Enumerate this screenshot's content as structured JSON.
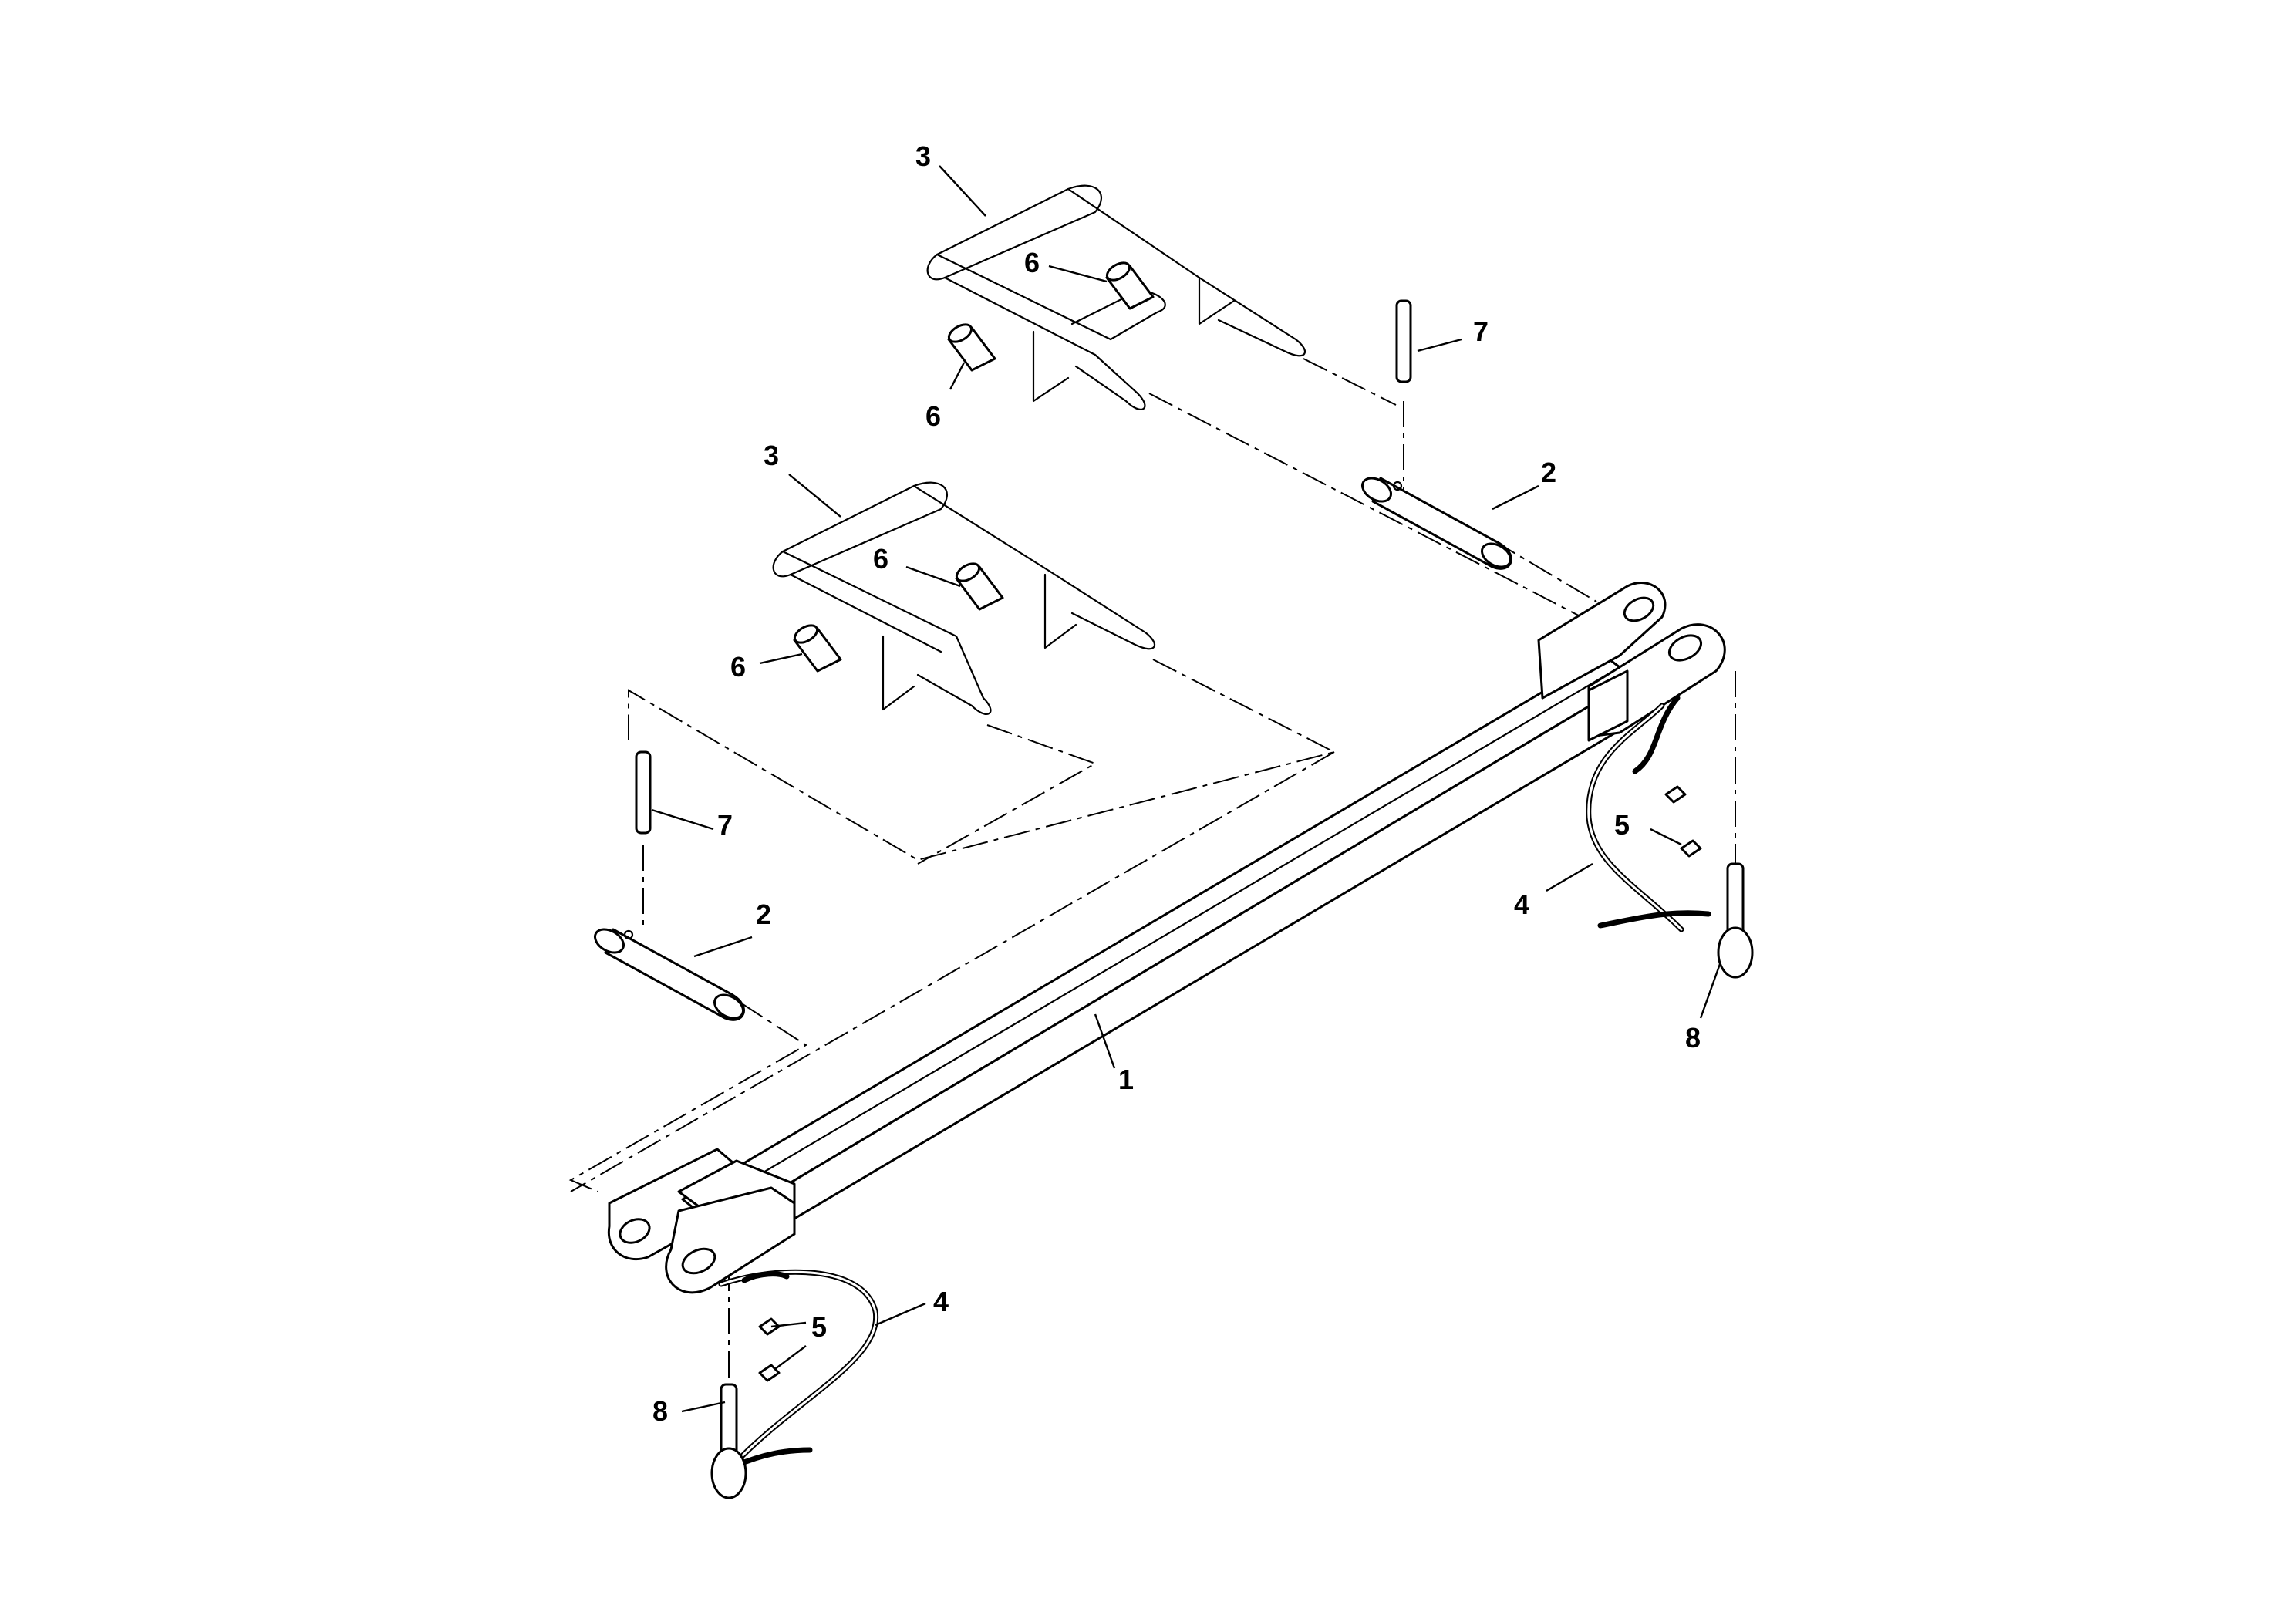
{
  "callouts": {
    "beam": "1",
    "pin_right": "2",
    "pin_left": "2",
    "clip_upper": "3",
    "clip_lower": "3",
    "lanyard_right": "4",
    "lanyard_left": "4",
    "ferrule_right": "5",
    "ferrule_left": "5",
    "sleeve_upper_a": "6",
    "sleeve_upper_b": "6",
    "sleeve_lower_a": "6",
    "sleeve_lower_b": "6",
    "rollpin_right": "7",
    "rollpin_left": "7",
    "lockpin_right": "8",
    "lockpin_left": "8"
  }
}
